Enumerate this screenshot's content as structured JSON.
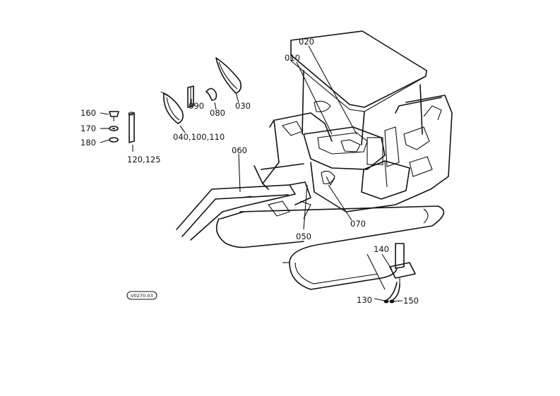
{
  "figure_code": "V0270-03",
  "labels": {
    "p010": "010",
    "p020": "020",
    "p030": "030",
    "p040": "040,100,110",
    "p050": "050",
    "p060": "060",
    "p070": "070",
    "p080": "080",
    "p090": "090",
    "p120": "120,125",
    "p130": "130",
    "p140": "140",
    "p150": "150",
    "p160": "160",
    "p170": "170",
    "p180": "180"
  }
}
